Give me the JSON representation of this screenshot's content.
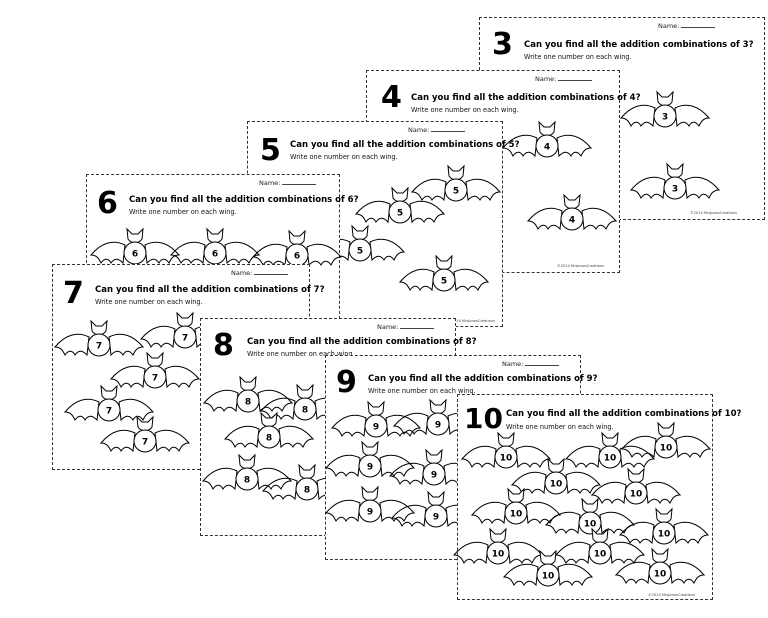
{
  "name_label": "Name:",
  "instruction": "Write one number on each wing.",
  "credit": "©2014 MrsJonesCreations",
  "sheets": [
    {
      "number": "3",
      "question": "Can you find all the addition combinations of 3?"
    },
    {
      "number": "4",
      "question": "Can you find all the addition combinations of 4?"
    },
    {
      "number": "5",
      "question": "Can you find all the addition combinations of 5?"
    },
    {
      "number": "6",
      "question": "Can you find all the addition combinations of 6?"
    },
    {
      "number": "7",
      "question": "Can you find all the addition combinations of 7?"
    },
    {
      "number": "8",
      "question": "Can you find all the addition combinations of 8?"
    },
    {
      "number": "9",
      "question": "Can you find all the addition combinations of 9?"
    },
    {
      "number": "10",
      "question": "Can you find all the addition combinations of 10?"
    }
  ]
}
